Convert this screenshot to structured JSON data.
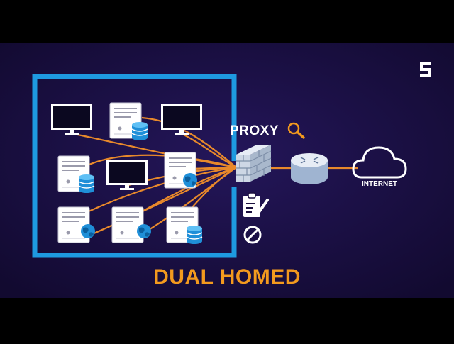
{
  "diagram": {
    "title": "DUAL HOMED",
    "proxy_label": "PROXY",
    "internet_label": "INTERNET",
    "colors": {
      "background": "#1a0f3e",
      "network_box": "#1e9ae0",
      "links": "#e8892b",
      "title": "#f39a1e",
      "text": "#ffffff"
    },
    "icons": [
      "monitor-icon",
      "server-icon",
      "database-icon",
      "globe-icon",
      "firewall-icon",
      "router-icon",
      "cloud-icon",
      "magnifier-icon",
      "clipboard-icon",
      "block-icon",
      "logo-icon"
    ]
  }
}
